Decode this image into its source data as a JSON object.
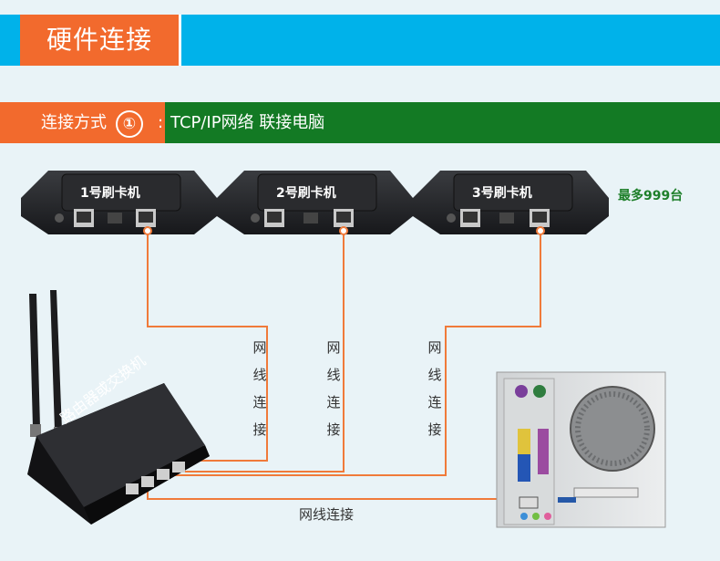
{
  "header": {
    "title": "硬件连接"
  },
  "method": {
    "label": "连接方式",
    "number": "①",
    "separator": ":",
    "description": "TCP/IP网络 联接电脑"
  },
  "readers": [
    {
      "label": "1号刷卡机"
    },
    {
      "label": "2号刷卡机"
    },
    {
      "label": "3号刷卡机"
    }
  ],
  "max_note": "最多999台",
  "cable_labels": [
    "网线连接",
    "网线连接",
    "网线连接"
  ],
  "bottom_cable_label": "网线连接",
  "router_label": "路由器或交换机",
  "colors": {
    "accent_orange": "#f26a2d",
    "header_blue": "#00b2ea",
    "method_green": "#137a24",
    "cable_orange": "#f07a3a"
  }
}
